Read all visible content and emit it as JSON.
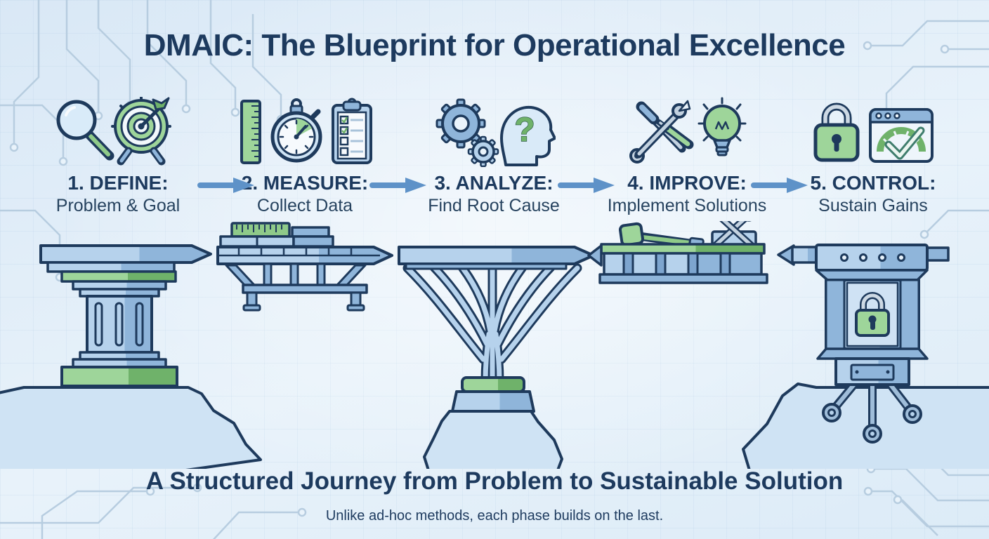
{
  "title": "DMAIC: The Blueprint for Operational Excellence",
  "phases": [
    {
      "title": "1. DEFINE:",
      "subtitle": "Problem & Goal",
      "icons": [
        "magnifier-icon",
        "target-icon"
      ]
    },
    {
      "title": "2. MEASURE:",
      "subtitle": "Collect Data",
      "icons": [
        "ruler-icon",
        "stopwatch-icon",
        "clipboard-icon"
      ]
    },
    {
      "title": "3. ANALYZE:",
      "subtitle": "Find Root Cause",
      "icons": [
        "gears-icon",
        "head-question-icon"
      ]
    },
    {
      "title": "4. IMPROVE:",
      "subtitle": "Implement Solutions",
      "icons": [
        "crossed-tools-icon",
        "lightbulb-icon"
      ]
    },
    {
      "title": "5. CONTROL:",
      "subtitle": "Sustain Gains",
      "icons": [
        "padlock-icon",
        "gauge-dashboard-icon"
      ]
    }
  ],
  "question_mark": "?",
  "footer": {
    "headline": "A Structured Journey from Problem to Sustainable Solution",
    "caption": "Unlike ad-hoc methods, each phase builds on the last."
  },
  "colors": {
    "text_navy": "#1d3a5e",
    "outline_navy": "#1e3a5c",
    "arrow_blue": "#5e92c8",
    "bridge_light_blue": "#b6d2ec",
    "bridge_mid_blue": "#8fb5da",
    "green_light": "#9ed59a",
    "green_dark": "#6fb26a",
    "ground_blue": "#cfe3f4",
    "background_blue": "#e0edf8",
    "circuit_trace": "#b7cde0"
  }
}
